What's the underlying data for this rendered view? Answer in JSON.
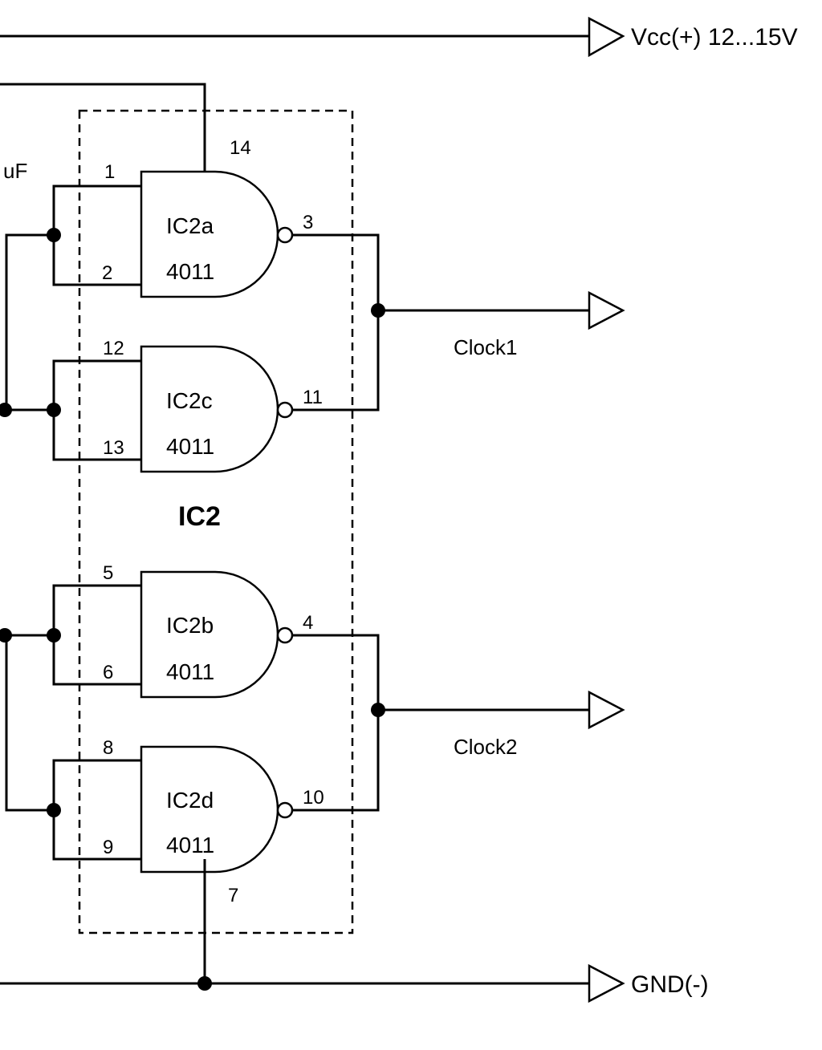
{
  "rails": {
    "vcc_label": "Vcc(+) 12...15V",
    "gnd_label": "GND(-)"
  },
  "partial_label": "uF",
  "chip_label": "IC2",
  "nets": {
    "clock1": "Clock1",
    "clock2": "Clock2"
  },
  "gates": [
    {
      "id": "IC2a",
      "name": "IC2a",
      "part": "4011",
      "in1": "1",
      "in2": "2",
      "out": "3"
    },
    {
      "id": "IC2c",
      "name": "IC2c",
      "part": "4011",
      "in1": "12",
      "in2": "13",
      "out": "11"
    },
    {
      "id": "IC2b",
      "name": "IC2b",
      "part": "4011",
      "in1": "5",
      "in2": "6",
      "out": "4"
    },
    {
      "id": "IC2d",
      "name": "IC2d",
      "part": "4011",
      "in1": "8",
      "in2": "9",
      "out": "10"
    }
  ],
  "supply_pins": {
    "vdd": "14",
    "vss": "7"
  }
}
